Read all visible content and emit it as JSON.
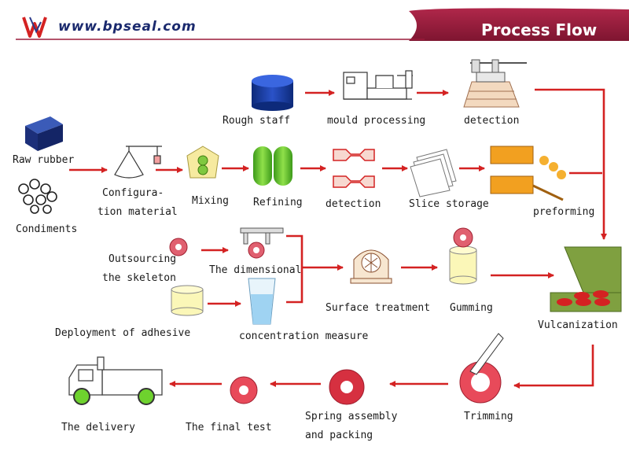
{
  "header": {
    "website": "www.bpseal.com",
    "title": "Process Flow",
    "colors": {
      "banner": "#9b1c3a",
      "arrow": "#d42222",
      "logo": "#d42222"
    }
  },
  "steps": {
    "rough_staff": "Rough staff",
    "mould_processing": "mould processing",
    "detection_top": "detection",
    "raw_rubber": "Raw rubber",
    "condiments": "Condiments",
    "configuration_l1": "Configura-",
    "configuration_l2": "tion material",
    "mixing": "Mixing",
    "refining": "Refining",
    "detection_mid": "detection",
    "slice_storage": "Slice storage",
    "preforming": "preforming",
    "outsourcing_l1": "Outsourcing",
    "outsourcing_l2": "the skeleton",
    "dimensional": "The dimensional",
    "surface_treatment": "Surface treatment",
    "gumming": "Gumming",
    "vulcanization": "Vulcanization",
    "deployment_adhesive": "Deployment of adhesive",
    "concentration_measure": "concentration measure",
    "trimming": "Trimming",
    "spring_l1": "Spring assembly",
    "spring_l2": "and packing",
    "final_test": "The final test",
    "delivery": "The delivery"
  }
}
